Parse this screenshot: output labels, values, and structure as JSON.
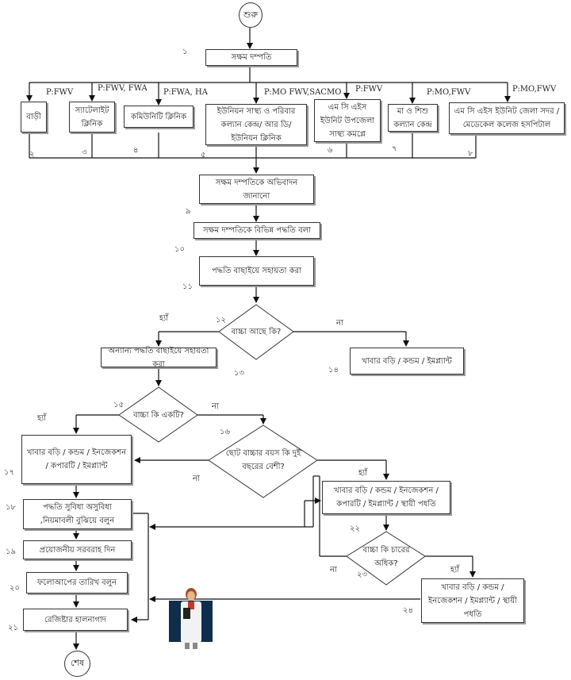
{
  "start": "শুরু",
  "end": "শেষ",
  "steps": {
    "s1": "সক্ষম দম্পতি",
    "s2": "বাড়ী",
    "s3": "স্যাটেলাইট ক্লিনিক",
    "s4": "কমিউনিটি ক্লিনিক",
    "s5": "ইউনিয়ন  সাস্থ্য ও পরিবার কল্যান কেন্দ্র/ আর ডি/ ইউনিয়ন ক্লিনিক",
    "s6": "এম সি এইস ইউনিট উপজেলা সাস্থ্য কমপ্লে",
    "s7": "মা ও শিশু কল্যান কেন্দ্র",
    "s8": "এম সি এইস ইউনিট জেলা সদর / মেডেকেল কলেজ হসপিটাল",
    "s9": "সক্ষম দম্পতিকে অভিবাদন জানানো",
    "s10": "সক্ষম দম্পতিকে বিভিন্ন পদ্ধতি বলা",
    "s11": "পদ্ধতি বাছাইয়ে সহায়তা করা",
    "s12": "বাচ্চা আছে কি?",
    "s13": "অন্যান্য পদ্ধতি বাছাইয়ে সহায়তা করা",
    "s14": "খাবার বড়ি / কন্ডম / ইমপ্ল্যান্ট",
    "s15": "বাচ্চা কি একটি?",
    "s16": "ছোট বাচ্চার বয়স কি দুই বছরের বেশী?",
    "s17": "খাবার বড়ি / কন্ডম / ইনজেকশন / কপারটি / ইমপ্ল্যান্ট",
    "s18": "পদ্ধতি সুবিধা অসুবিধা ,নিয়মাবলী বুঝিয়ে বলুন",
    "s19": "প্রয়োজনীয় সরবরাহ দিন",
    "s20": "ফলোআপের তারিখ বলুন",
    "s21": "রেজিষ্টার হালনাগাদ",
    "s22": "খাবার বড়ি / কন্ডম / ইনজেকশন / কপারটি / ইমপ্ল্যান্ট / স্থায়ী পধতি",
    "s23": "বাচ্চা কি চারের অধিক?",
    "s24": "খাবার বড়ি / কন্ডম / ইনজেকশন / ইমপ্ল্যান্ট / স্থায়ী পধতি"
  },
  "roles": {
    "r2": "P:FWV",
    "r3": "P:FWV, FWA",
    "r4": "P:FWA, HA",
    "r5": "P:MO FWV,SACMO",
    "r6": "P:FWV",
    "r7": "P:MO,FWV",
    "r8": "P:MO,FWV"
  },
  "numbers": [
    "১",
    "২",
    "৩",
    "৪",
    "৫",
    "৬",
    "৭",
    "৮",
    "৯",
    "১০",
    "১১",
    "১২",
    "১৩",
    "১৪",
    "১৫",
    "১৬",
    "১৭",
    "১৮",
    "১৯",
    "২০",
    "২১",
    "২২",
    "২৩",
    "২৪"
  ],
  "branch_labels": {
    "yes": "হ্যাঁ",
    "no": "না"
  },
  "image": "doctor-illustration"
}
